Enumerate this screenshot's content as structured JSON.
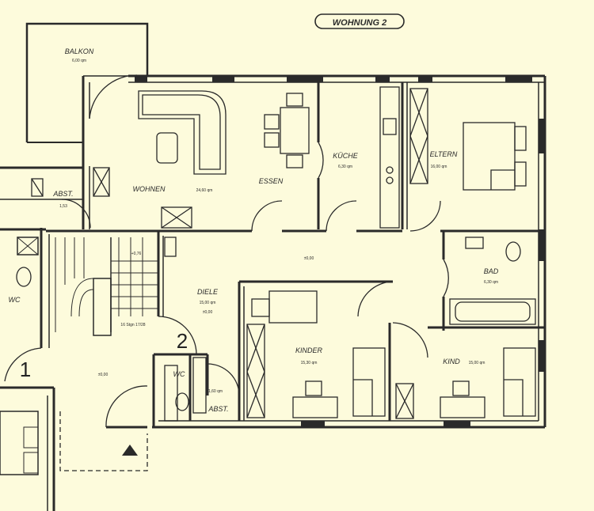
{
  "title": "WOHNUNG 2",
  "rooms": [
    {
      "id": "balkon",
      "name": "BALKON",
      "area": "6,00 qm"
    },
    {
      "id": "wohnen",
      "name": "WOHNEN",
      "area": "24,60 qm"
    },
    {
      "id": "essen",
      "name": "ESSEN",
      "area": ""
    },
    {
      "id": "kueche",
      "name": "KÜCHE",
      "area": "6,30 qm"
    },
    {
      "id": "eltern",
      "name": "ELTERN",
      "area": "16,00 qm"
    },
    {
      "id": "abst-left",
      "name": "ABST.",
      "area": "1,53"
    },
    {
      "id": "diele",
      "name": "DIELE",
      "area": "15,00 qm"
    },
    {
      "id": "bad",
      "name": "BAD",
      "area": "6,30 qm"
    },
    {
      "id": "kinder",
      "name": "KINDER",
      "area": "15,30 qm"
    },
    {
      "id": "kind",
      "name": "KIND",
      "area": "15,00 qm"
    },
    {
      "id": "wc-left",
      "name": "WC",
      "area": ""
    },
    {
      "id": "wc",
      "name": "WC",
      "area": ""
    },
    {
      "id": "abst",
      "name": "ABST.",
      "area": "1,60 qm"
    }
  ],
  "levels": {
    "stair": "+0,76",
    "hall": "±0,00",
    "diele": "±0,00",
    "entry": "±0,00"
  },
  "stair_note": "16 Stgn 17/28",
  "markers": {
    "one": "1",
    "two": "2"
  },
  "colors": {
    "paper": "#fdfbdc",
    "ink": "#2a2a2a"
  }
}
